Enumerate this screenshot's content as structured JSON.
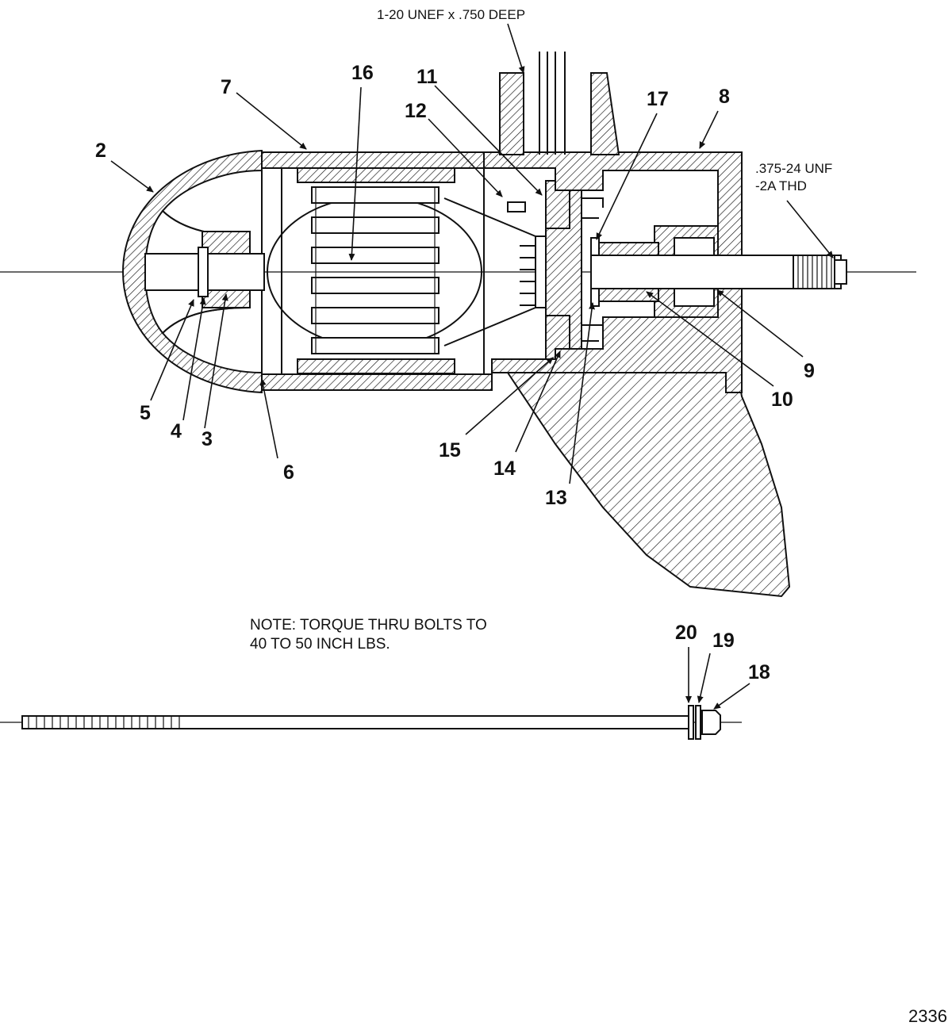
{
  "annotations": {
    "top_thread": "1-20 UNEF x .750 DEEP",
    "shaft_thread_line1": ".375-24 UNF",
    "shaft_thread_line2": "-2A THD",
    "note_line1": "NOTE: TORQUE THRU BOLTS TO",
    "note_line2": "40 TO 50 INCH LBS.",
    "figure_number": "2336"
  },
  "callouts": {
    "c2": "2",
    "c3": "3",
    "c4": "4",
    "c5": "5",
    "c6": "6",
    "c7": "7",
    "c8": "8",
    "c9": "9",
    "c10": "10",
    "c11": "11",
    "c12": "12",
    "c13": "13",
    "c14": "14",
    "c15": "15",
    "c16": "16",
    "c17": "17",
    "c18": "18",
    "c19": "19",
    "c20": "20"
  },
  "icons": {
    "leader_arrow": "arrowhead-icon",
    "hatching": "cross-section-hatch"
  }
}
